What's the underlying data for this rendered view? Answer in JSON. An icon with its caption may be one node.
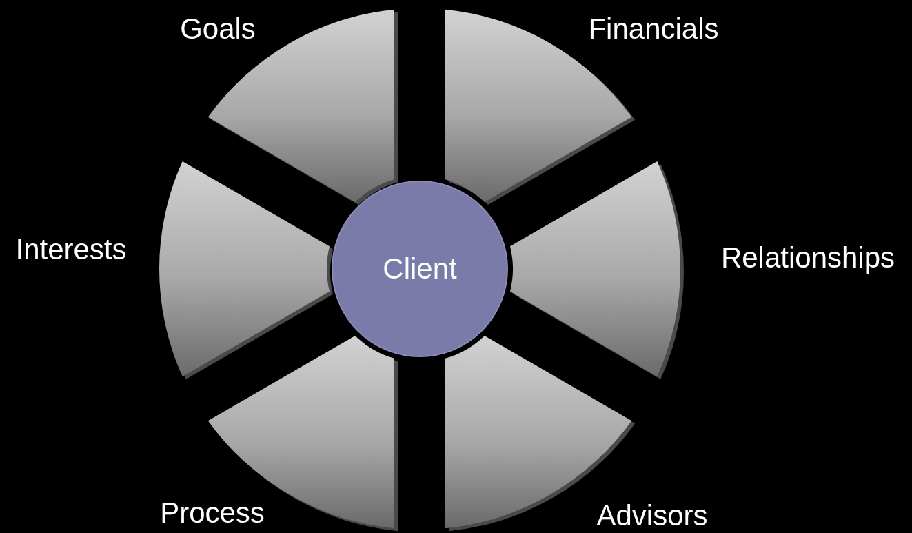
{
  "diagram": {
    "nodes": [
      {
        "text": [
          "Client"
        ]
      },
      {
        "text": [
          "Goals"
        ]
      },
      {
        "text": [
          "Financials"
        ]
      },
      {
        "text": [
          "Interests"
        ]
      },
      {
        "text": [
          "Relationships"
        ]
      },
      {
        "text": [
          "Process"
        ]
      },
      {
        "text": [
          "Advisors"
        ]
      }
    ]
  }
}
